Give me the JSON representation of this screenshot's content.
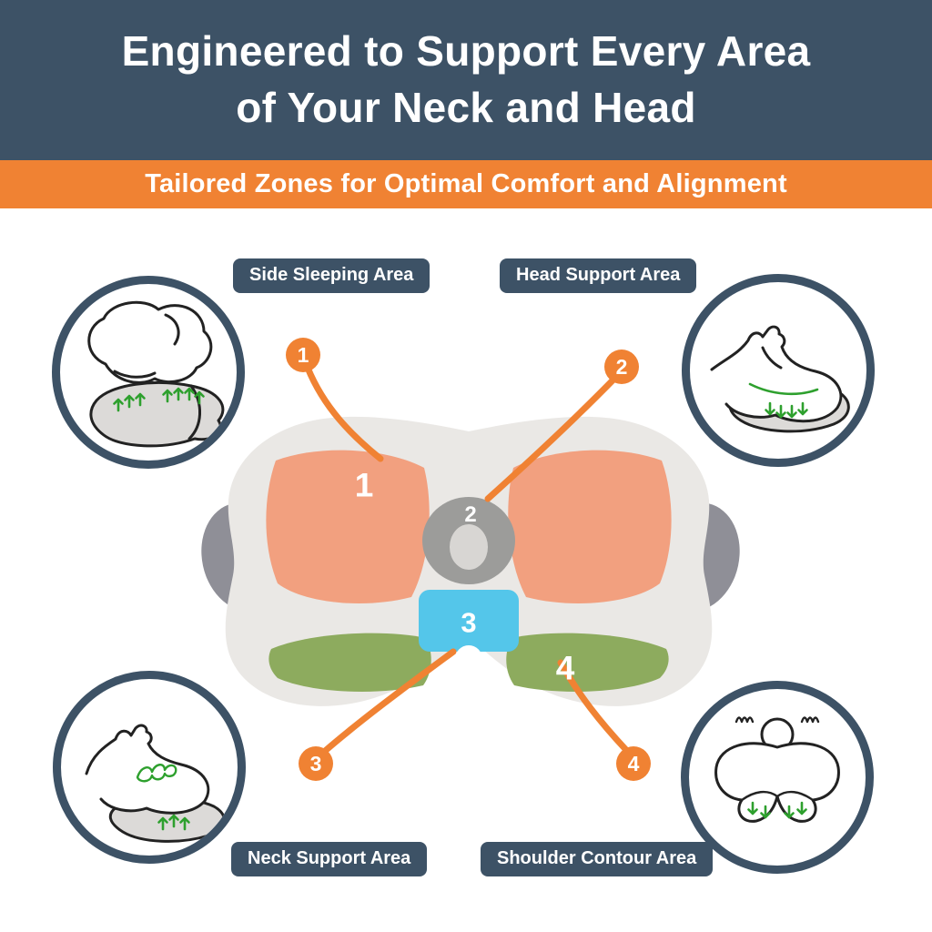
{
  "header": {
    "title_line1": "Engineered to Support Every Area",
    "title_line2": "of Your Neck and Head",
    "subtitle": "Tailored Zones for Optimal Comfort and Alignment"
  },
  "zones": [
    {
      "number": "1",
      "label": "Side Sleeping Area"
    },
    {
      "number": "2",
      "label": "Head Support Area"
    },
    {
      "number": "3",
      "label": "Neck Support Area"
    },
    {
      "number": "4",
      "label": "Shoulder Contour Area"
    }
  ],
  "illustrations": [
    "side-sleeping-illustration",
    "head-support-illustration",
    "neck-support-illustration",
    "shoulder-contour-illustration"
  ],
  "colors": {
    "header_bg": "#3d5266",
    "banner_orange": "#f08233",
    "zone_orange": "#f2a07f",
    "zone_green": "#8dab5e",
    "zone_blue": "#54c6ea",
    "pillow_grey": "#eae8e5",
    "pillow_side_grey": "#8f8f97",
    "center_oval_grey": "#9c9c9a",
    "illustration_green": "#2ea02e",
    "label_bg": "#3d5266"
  }
}
